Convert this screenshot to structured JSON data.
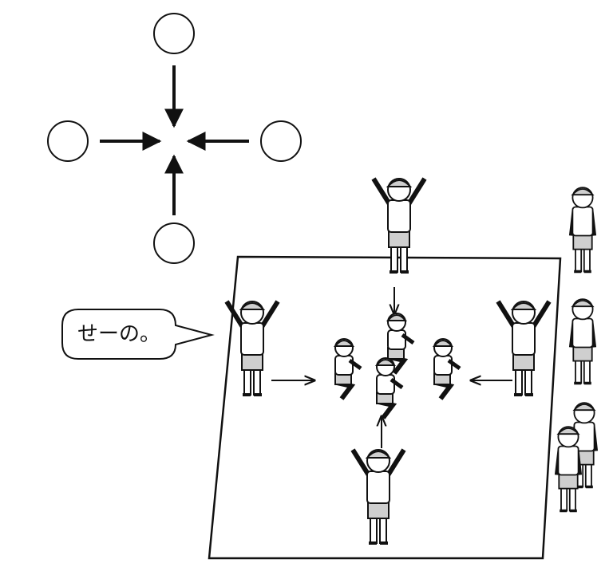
{
  "speech_bubble": {
    "text": "せーの。"
  },
  "colors": {
    "line": "#111111",
    "fill": "#ffffff",
    "shade": "#cfcfcf"
  },
  "figures": {
    "mat_people": [
      "top",
      "left",
      "right",
      "bottom",
      "center-1",
      "center-2",
      "center-3",
      "center-4"
    ],
    "waiting_people": 4
  }
}
